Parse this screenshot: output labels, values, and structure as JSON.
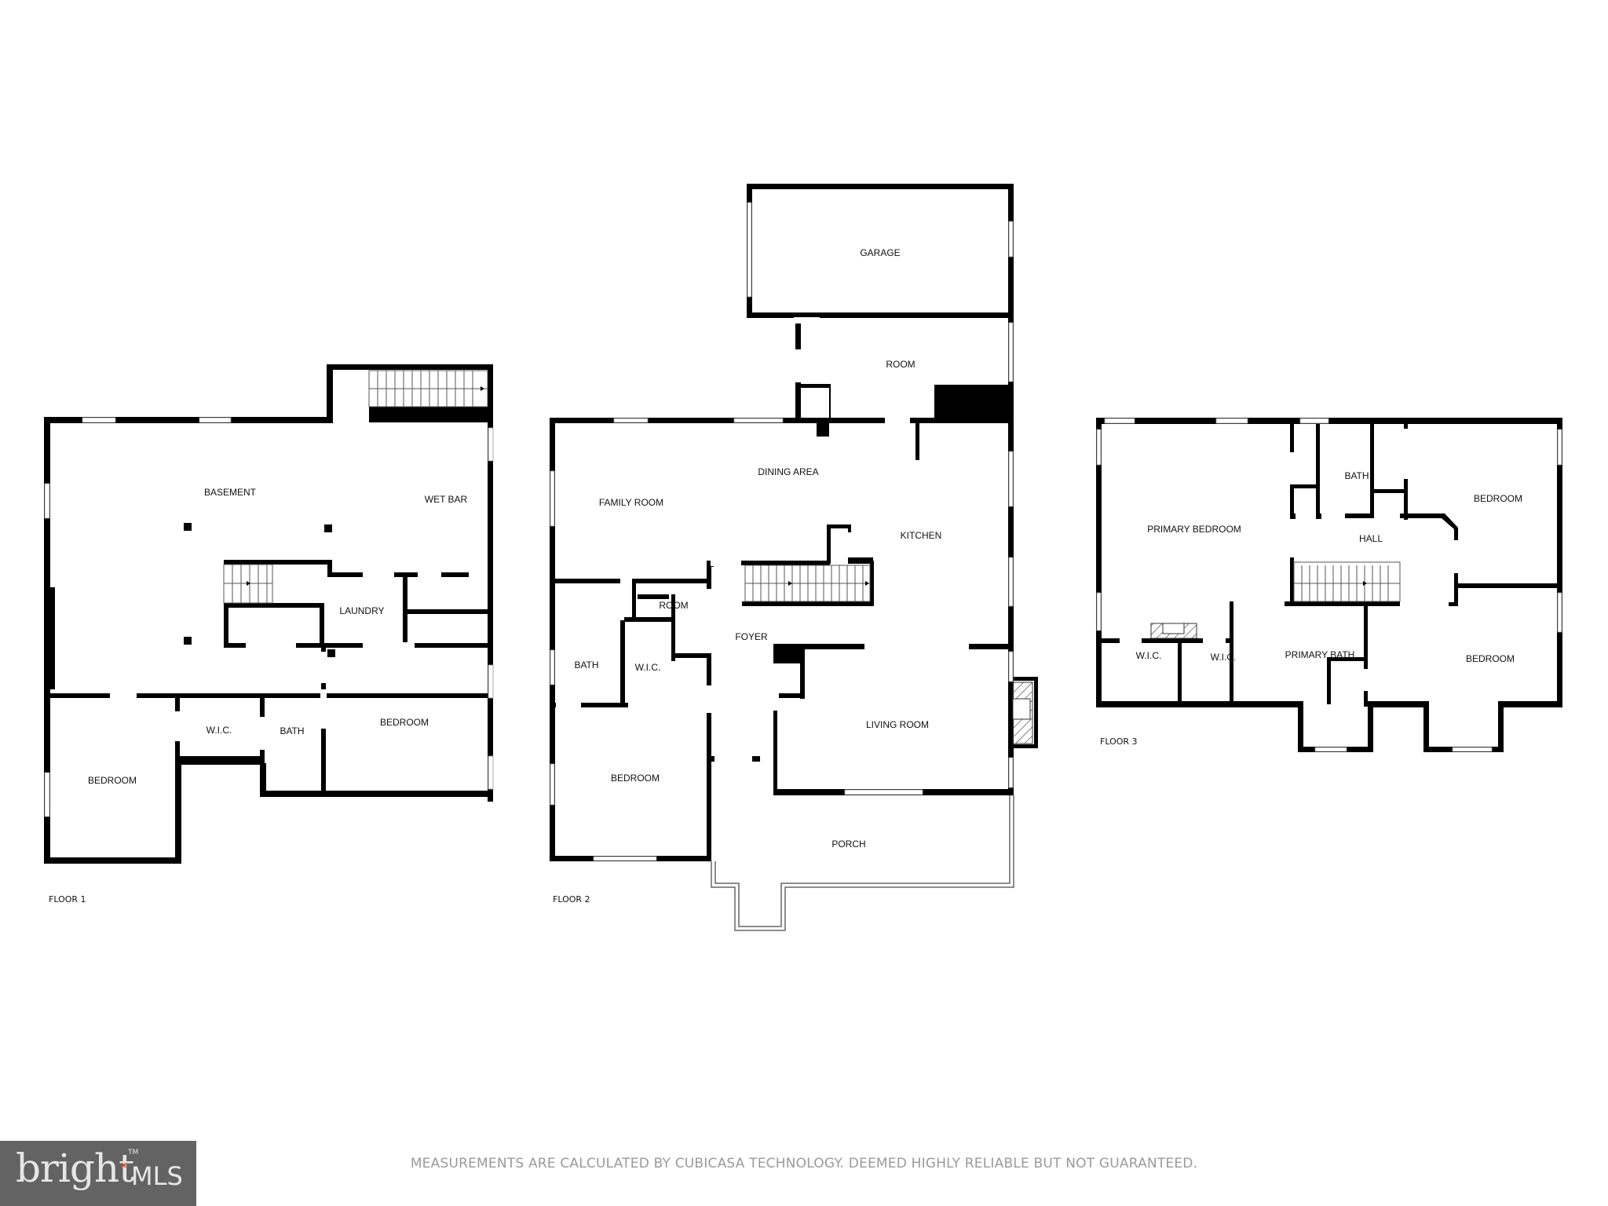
{
  "floors": [
    {
      "id": "floor-1",
      "label": "FLOOR 1",
      "rooms": {
        "basement": "BASEMENT",
        "wet_bar": "WET BAR",
        "laundry": "LAUNDRY",
        "bedroom_left": "BEDROOM",
        "wic": "W.I.C.",
        "bath": "BATH",
        "bedroom_right": "BEDROOM"
      }
    },
    {
      "id": "floor-2",
      "label": "FLOOR 2",
      "rooms": {
        "garage": "GARAGE",
        "room_top": "ROOM",
        "dining_area": "DINING AREA",
        "family_room": "FAMILY ROOM",
        "kitchen": "KITCHEN",
        "room_small": "ROOM",
        "foyer": "FOYER",
        "bath": "BATH",
        "wic": "W.I.C.",
        "living_room": "LIVING ROOM",
        "bedroom": "BEDROOM",
        "porch": "PORCH"
      }
    },
    {
      "id": "floor-3",
      "label": "FLOOR 3",
      "rooms": {
        "primary_bedroom": "PRIMARY BEDROOM",
        "bath": "BATH",
        "hall": "HALL",
        "bedroom_top": "BEDROOM",
        "wic_left": "W.I.C.",
        "wic_right": "W.I.C.",
        "primary_bath": "PRIMARY BATH",
        "bedroom_bottom": "BEDROOM"
      }
    }
  ],
  "disclaimer": "MEASUREMENTS ARE CALCULATED BY CUBICASA TECHNOLOGY. DEEMED HIGHLY RELIABLE BUT NOT GUARANTEED.",
  "logo": {
    "word": "bright",
    "suffix": "MLS",
    "trademark": "TM",
    "colors": {
      "background": "#636363",
      "text": "#e6e6e6",
      "spark": "#e0502a"
    }
  }
}
